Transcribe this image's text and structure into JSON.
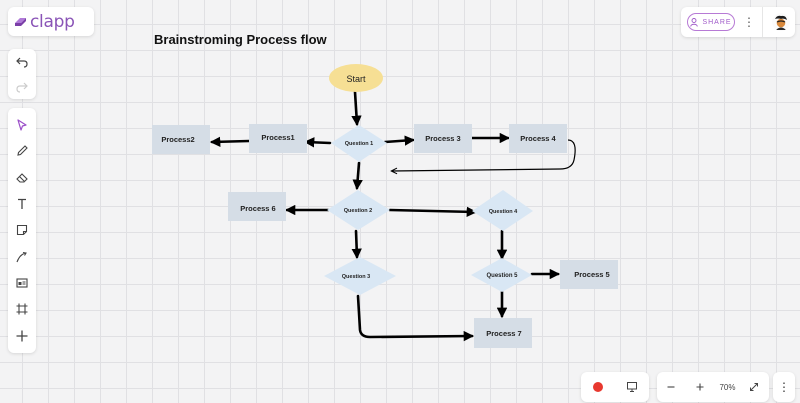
{
  "app": {
    "logo_text": "clapp",
    "share_label": "SHARE",
    "zoom_level": "70%"
  },
  "board": {
    "title": "Brainstroming Process flow"
  },
  "toolbar": {
    "history": [
      "undo-icon",
      "redo-icon"
    ],
    "tools": [
      "select-icon",
      "pen-icon",
      "eraser-icon",
      "text-icon",
      "sticky-note-icon",
      "connector-icon",
      "image-icon",
      "frame-icon",
      "add-icon"
    ]
  },
  "flow": {
    "start": "Start",
    "question1": "Question 1",
    "question2": "Question 2",
    "question3": "Question 3",
    "question4": "Question 4",
    "question5": "Question 5",
    "process1": "Process1",
    "process2": "Process2",
    "process3": "Process 3",
    "process4": "Process 4",
    "process5": "Process 5",
    "process6": "Process 6",
    "process7": "Process 7"
  },
  "colors": {
    "accent": "#8a54b7",
    "start_fill": "#f6df94",
    "process_fill": "#d5dde6",
    "decision_fill": "#d9e7f4",
    "record": "#e8382f"
  }
}
